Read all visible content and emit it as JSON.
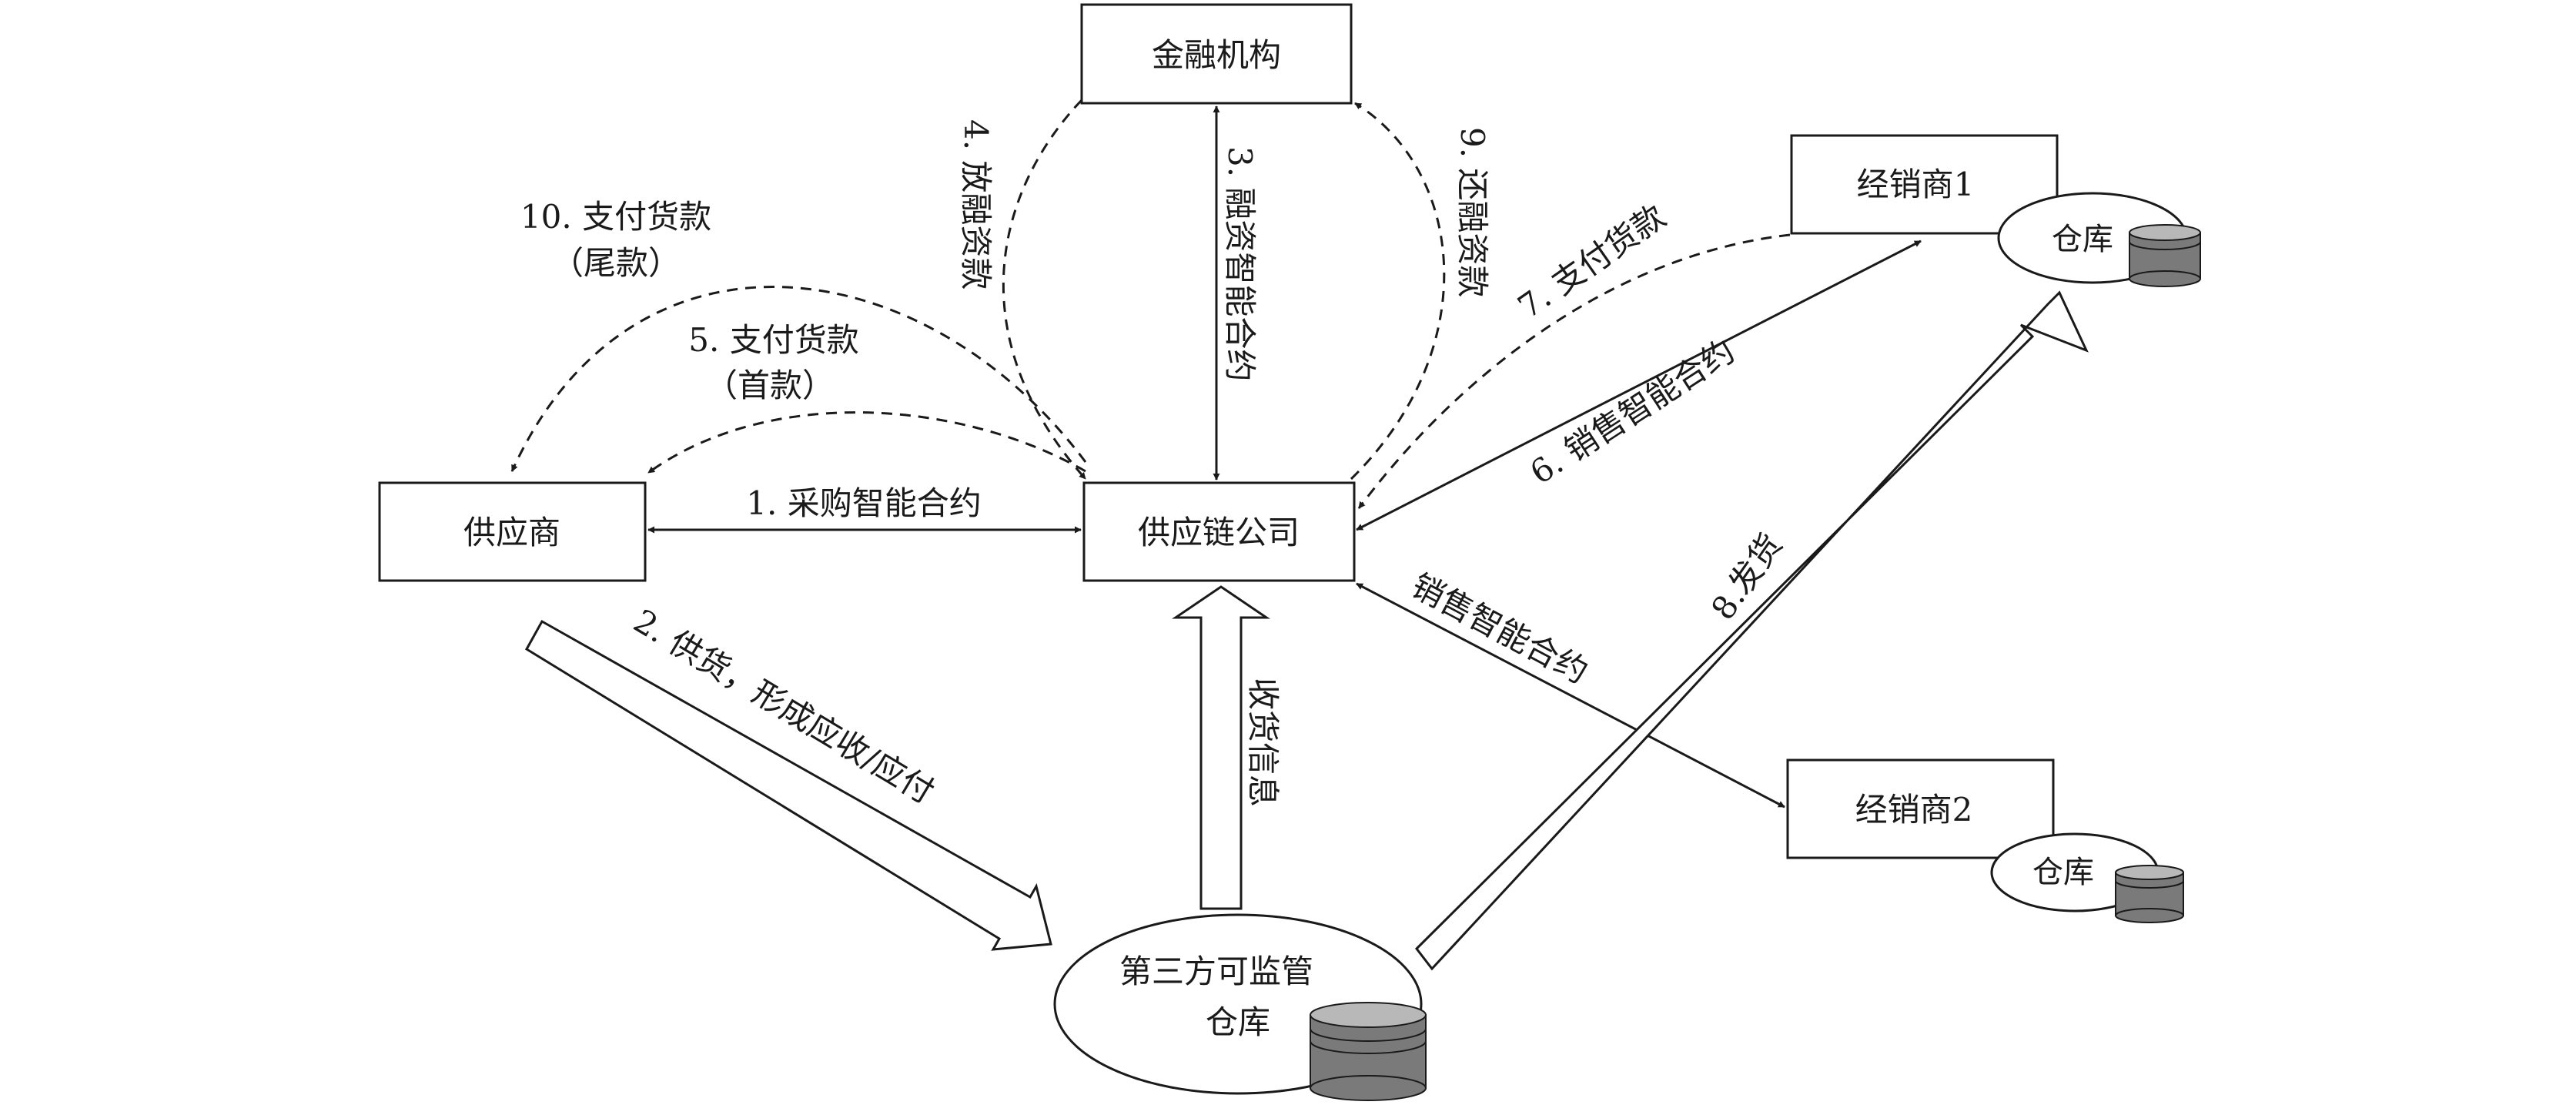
{
  "nodes": {
    "finance": "金融机构",
    "supplier": "供应商",
    "supply_chain": "供应链公司",
    "dealer1": "经销商1",
    "dealer2": "经销商2",
    "warehouse_third_line1": "第三方可监管",
    "warehouse_third_line2": "仓库",
    "warehouse_d1": "仓库",
    "warehouse_d2": "仓库"
  },
  "edges": {
    "e1": "1. 采购智能合约",
    "e2": "2. 供货，形成应收/应付",
    "e3": "3. 融资智能合约",
    "e4": "4. 放融资款",
    "e5_line1": "5. 支付货款",
    "e5_line2": "（首款）",
    "e6": "6. 销售智能合约",
    "e7": "7. 支付货款",
    "e8": "8.发货",
    "e9": "9. 还融资款",
    "e10_line1": "10. 支付货款",
    "e10_line2": "（尾款）",
    "receipt": "收货信息",
    "sales_contract_d2": "销售智能合约"
  }
}
